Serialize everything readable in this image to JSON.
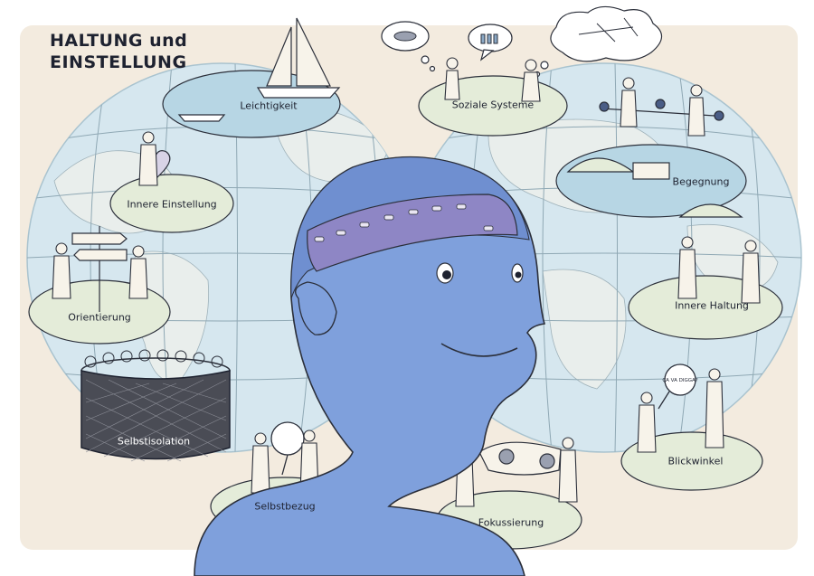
{
  "title": {
    "line1": "HALTUNG und",
    "line2": "EINSTELLUNG"
  },
  "topics": [
    {
      "id": "leichtigkeit",
      "label": "Leichtigkeit",
      "icon": "sailboat-icon"
    },
    {
      "id": "soziale-systeme",
      "label": "Soziale Systeme",
      "icon": "speech-bubbles-icon"
    },
    {
      "id": "innere-einstellung",
      "label": "Innere Einstellung",
      "icon": "heart-icon"
    },
    {
      "id": "begegnung",
      "label": "Begegnung",
      "icon": "bridge-icon"
    },
    {
      "id": "orientierung",
      "label": "Orientierung",
      "icon": "signpost-icon"
    },
    {
      "id": "innere-haltung",
      "label": "Innere Haltung",
      "icon": "people-icon"
    },
    {
      "id": "selbstisolation",
      "label": "Selbstisolation",
      "icon": "fence-cage-icon"
    },
    {
      "id": "blickwinkel",
      "label": "Blickwinkel",
      "icon": "magnifier-icon"
    },
    {
      "id": "selbstbezug",
      "label": "Selbstbezug",
      "icon": "mirror-icon"
    },
    {
      "id": "fokussierung",
      "label": "Fokussierung",
      "icon": "binoculars-icon"
    }
  ],
  "bubble_text": "ÇA VA DIGGA?",
  "colors": {
    "paper": "#f3ebdf",
    "globe": "#d6e7ef",
    "platform": "#e4ecd9",
    "head": "#7fa0dc",
    "brain": "#8e86c5",
    "water": "#b7d6e4",
    "ink": "#1e2230"
  }
}
